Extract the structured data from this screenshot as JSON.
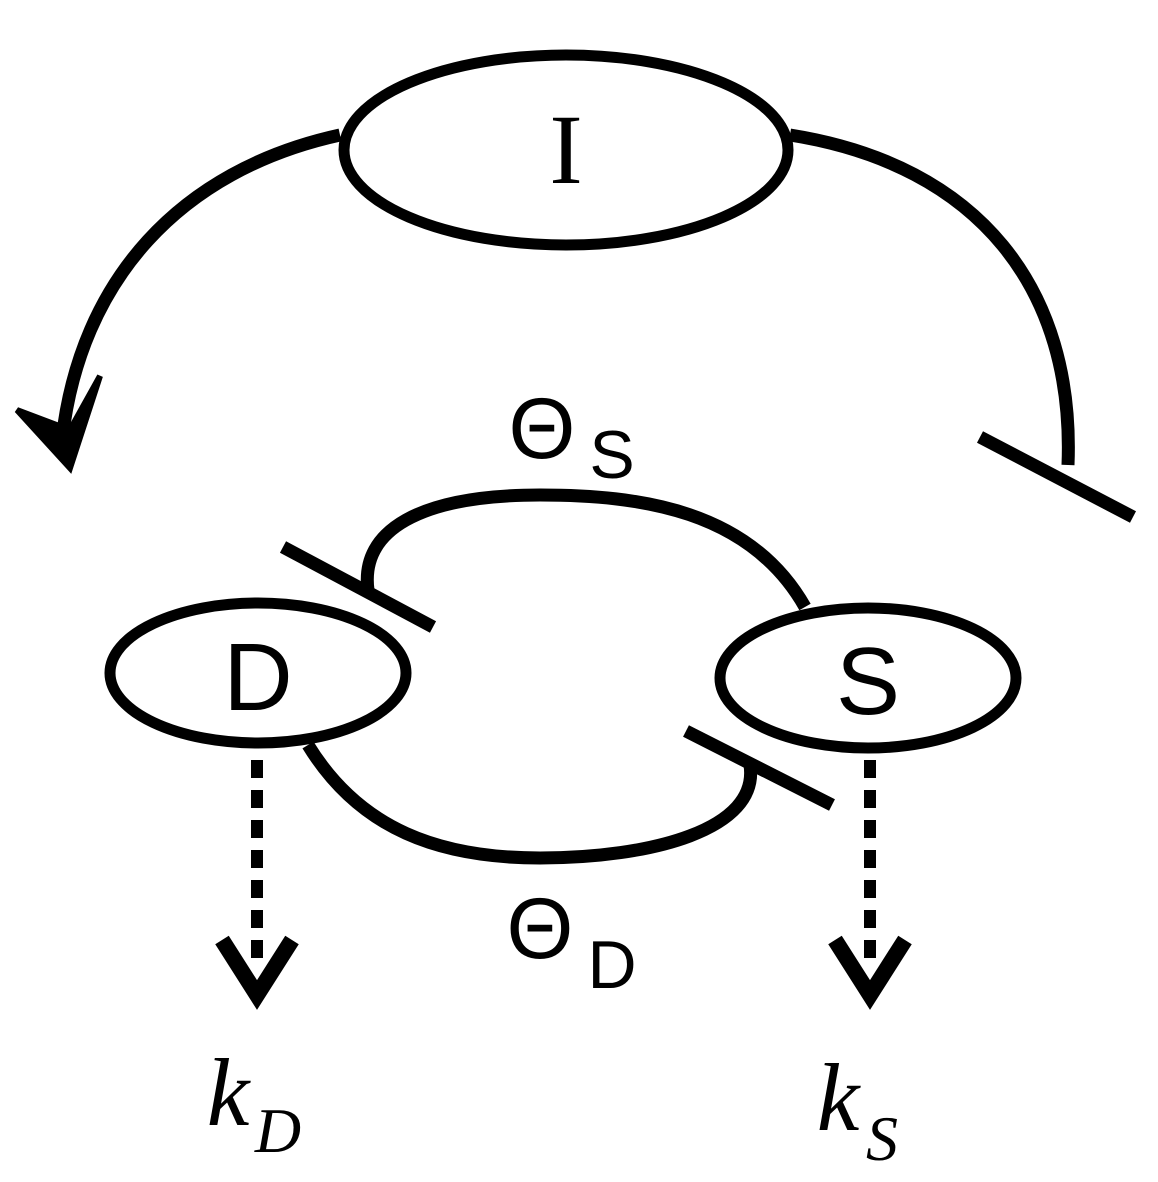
{
  "nodes": {
    "inducer": {
      "label": "I"
    },
    "d": {
      "label": "D"
    },
    "s": {
      "label": "S"
    }
  },
  "thresholds": {
    "theta_s": {
      "symbol": "Θ",
      "subscript": "S"
    },
    "theta_d": {
      "symbol": "Θ",
      "subscript": "D"
    }
  },
  "rates": {
    "k_d": {
      "symbol": "k",
      "subscript": "D"
    },
    "k_s": {
      "symbol": "k",
      "subscript": "S"
    }
  },
  "interactions": [
    {
      "from": "I",
      "to": "D",
      "type": "activation"
    },
    {
      "from": "I",
      "to": "S",
      "type": "inhibition"
    },
    {
      "from": "S",
      "to": "D",
      "type": "inhibition"
    },
    {
      "from": "D",
      "to": "S",
      "type": "inhibition"
    },
    {
      "from": "D",
      "to": "k_D",
      "type": "degradation"
    },
    {
      "from": "S",
      "to": "k_S",
      "type": "degradation"
    }
  ],
  "colors": {
    "stroke": "#000000",
    "background": "#ffffff"
  }
}
